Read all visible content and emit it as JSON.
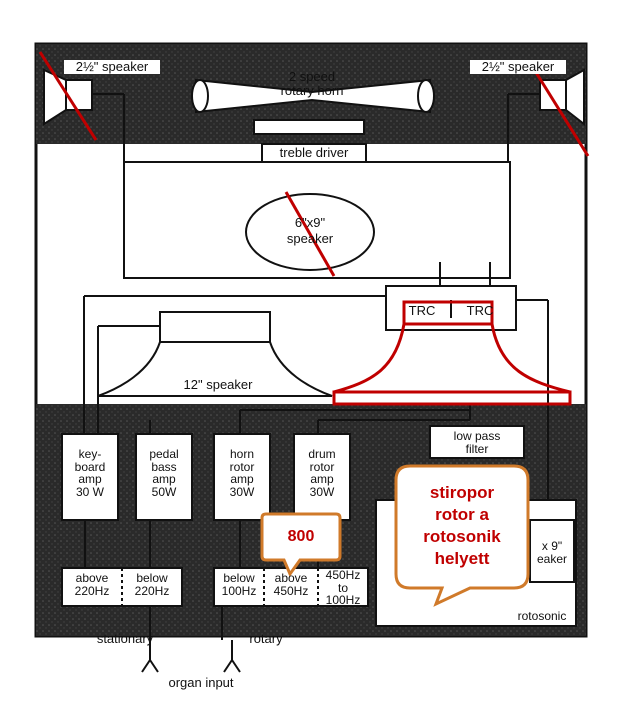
{
  "top_section": {
    "left_speaker_label": "2½\" speaker",
    "right_speaker_label": "2½\" speaker",
    "rotary_horn_label_line1": "2 speed",
    "rotary_horn_label_line2": "rotary horn",
    "treble_driver_label": "treble driver"
  },
  "middle_section": {
    "oval_speaker_line1": "6\"x9\"",
    "oval_speaker_line2": "speaker",
    "trc_left": "TRC",
    "trc_right": "TRC",
    "woofer_label": "12\" speaker"
  },
  "bottom_section": {
    "amps": [
      {
        "line1": "key-",
        "line2": "board",
        "line3": "amp",
        "line4": "30 W"
      },
      {
        "line1": "pedal",
        "line2": "bass",
        "line3": "amp",
        "line4": "50W"
      },
      {
        "line1": "horn",
        "line2": "rotor",
        "line3": "amp",
        "line4": "30W"
      },
      {
        "line1": "drum",
        "line2": "rotor",
        "line3": "amp",
        "line4": "30W"
      }
    ],
    "low_pass_filter_line1": "low pass",
    "low_pass_filter_line2": "filter",
    "rotosonic_speaker_line1": "x 9\"",
    "rotosonic_speaker_line2": "eaker",
    "rotosonic_label": "rotosonic",
    "filters": [
      {
        "line1": "above",
        "line2": "220Hz"
      },
      {
        "line1": "below",
        "line2": "220Hz"
      },
      {
        "line1": "below",
        "line2": "100Hz"
      },
      {
        "line1": "above",
        "line2": "450Hz"
      },
      {
        "line1": "450Hz",
        "line2": "to",
        "line3": "100Hz"
      }
    ],
    "stationary_label": "stationary",
    "rotary_label": "rotary",
    "organ_input_label": "organ input"
  },
  "annotations": {
    "bubble_800": "800",
    "bubble_note_line1": "stiropor",
    "bubble_note_line2": "rotor a",
    "bubble_note_line3": "rotosonik",
    "bubble_note_line4": "helyett",
    "annotation_color": "#c00000",
    "bubble_border_color": "#d07a2a"
  }
}
